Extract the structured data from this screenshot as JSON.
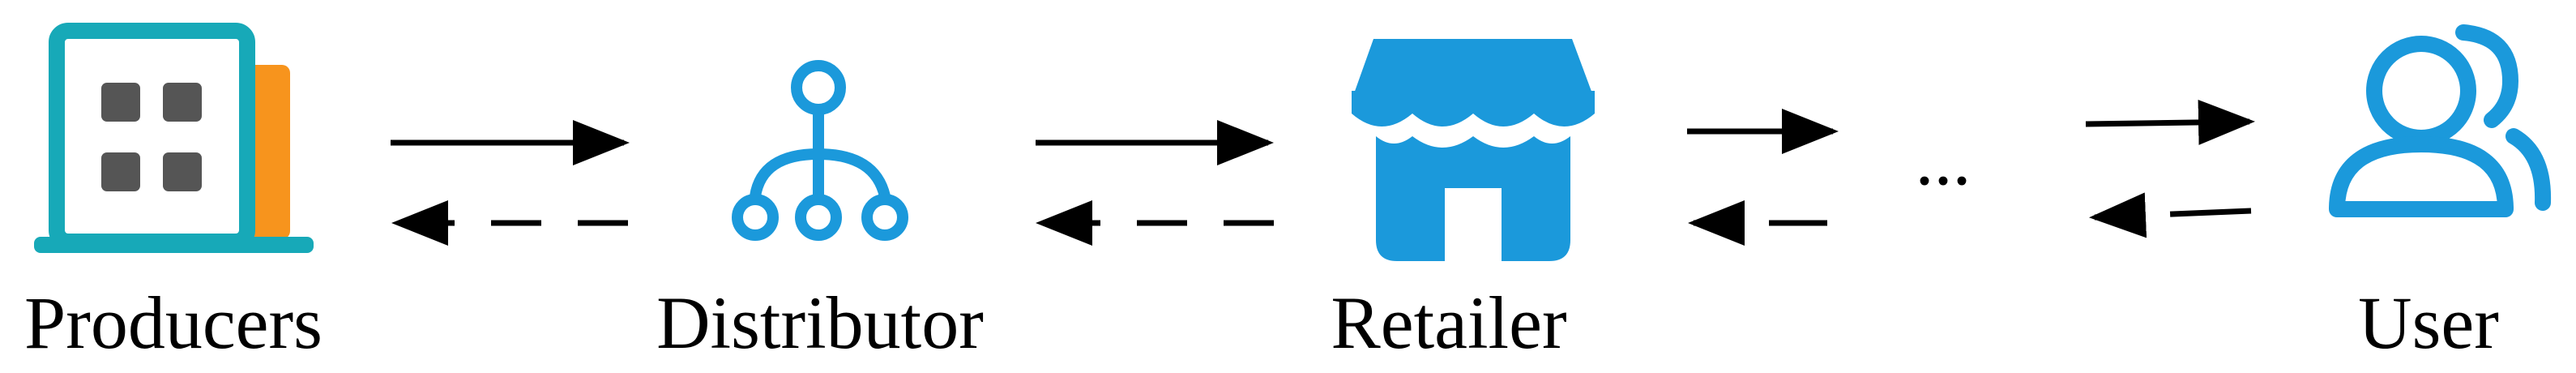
{
  "nodes": [
    {
      "id": "producers",
      "label": "Producers",
      "icon": "factory-building-icon"
    },
    {
      "id": "distributor",
      "label": "Distributor",
      "icon": "distribution-network-icon"
    },
    {
      "id": "retailer",
      "label": "Retailer",
      "icon": "storefront-icon"
    },
    {
      "id": "user",
      "label": "User",
      "icon": "users-icon"
    }
  ],
  "ellipsis": "...",
  "colors": {
    "building_frame": "#17A9B8",
    "building_side": "#F7941D",
    "building_windows": "#555555",
    "icon_blue": "#1B99DB",
    "arrow": "#000000",
    "text": "#000000"
  }
}
